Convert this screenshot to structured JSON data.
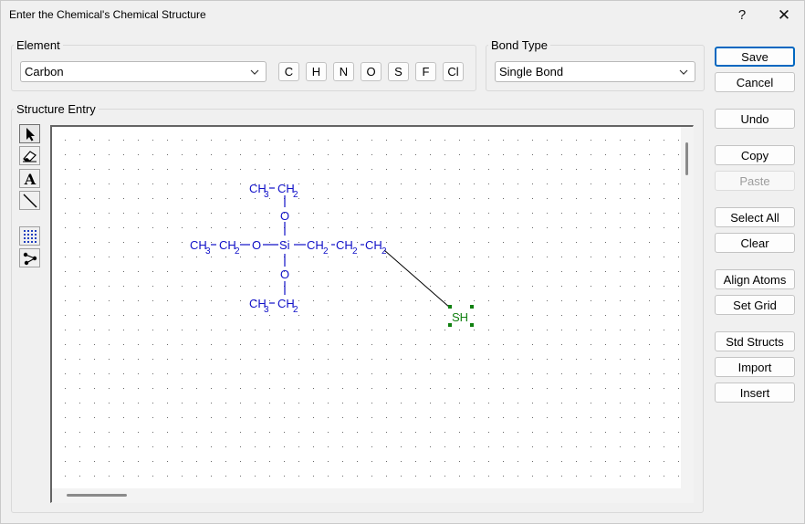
{
  "window": {
    "title": "Enter the Chemical's Chemical Structure",
    "help_label": "?",
    "close_label": "✕"
  },
  "element_group": {
    "legend": "Element",
    "selected": "Carbon",
    "buttons": [
      "C",
      "H",
      "N",
      "O",
      "S",
      "F",
      "Cl"
    ]
  },
  "bond_group": {
    "legend": "Bond Type",
    "selected": "Single Bond"
  },
  "structure_group": {
    "legend": "Structure Entry"
  },
  "buttons": {
    "save": "Save",
    "cancel": "Cancel",
    "undo": "Undo",
    "copy": "Copy",
    "paste": "Paste",
    "select_all": "Select All",
    "clear": "Clear",
    "align_atoms": "Align Atoms",
    "set_grid": "Set Grid",
    "std_structs": "Std Structs",
    "import": "Import",
    "insert": "Insert"
  },
  "tools": [
    "pointer-icon",
    "eraser-icon",
    "text-icon",
    "bond-line-icon",
    "grid-toggle-icon",
    "nodes-icon"
  ],
  "molecule": {
    "atom_color": "#1010c8",
    "selected_color": "#108010",
    "atoms": {
      "ch3_top": "CH",
      "ch3_top_sub": "3",
      "ch2_top": "CH",
      "ch2_top_sub": "2",
      "o_top": "O",
      "ch3_left": "CH",
      "ch3_left_sub": "3",
      "ch2_left": "CH",
      "ch2_left_sub": "2",
      "o_left": "O",
      "si": "Si",
      "ch2_r1": "CH",
      "ch2_r1_sub": "2",
      "ch2_r2": "CH",
      "ch2_r2_sub": "2",
      "ch2_r3": "CH",
      "ch2_r3_sub": "2",
      "o_bottom": "O",
      "ch3_bottom": "CH",
      "ch3_bottom_sub": "3",
      "ch2_bottom": "CH",
      "ch2_bottom_sub": "2",
      "sh": "SH"
    }
  }
}
